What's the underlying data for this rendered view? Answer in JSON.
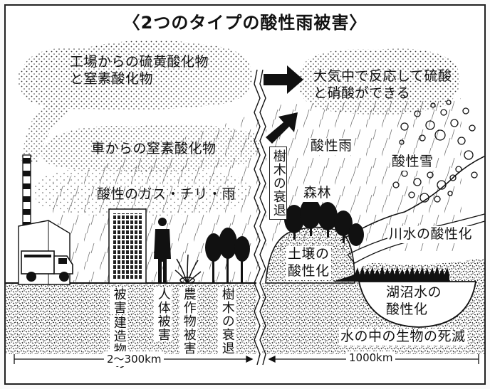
{
  "diagram": {
    "title": "〈2つのタイプの酸性雨被害〉",
    "clouds": {
      "factory_emissions": [
        "工場からの硫黄酸化物",
        "と窒素酸化物"
      ],
      "atmosphere_reaction": [
        "大気中で反応して硫酸",
        "と硝酸ができる"
      ],
      "car_emissions": "車からの窒素酸化物",
      "acid_gas_dust_rain": "酸性のガス・チリ・雨"
    },
    "labels": {
      "acid_rain": "酸性雨",
      "acid_snow": "酸性雪",
      "forest": "森林",
      "tree_decline_far": "樹木の衰退",
      "soil_acidification": [
        "土壌の",
        "酸性化"
      ],
      "river_acidification": "川水の酸性化",
      "lake_acidification": [
        "湖沼水の",
        "酸性化"
      ],
      "aquatic_life_extinction": "水の中の生物の死滅",
      "building_damage": [
        "建造物の",
        "被害"
      ],
      "human_damage": "人体被害",
      "crop_damage": "農作物被害",
      "tree_decline_near": "樹木の衰退"
    },
    "scale": {
      "near": "2〜300km",
      "far": "1000km"
    }
  }
}
